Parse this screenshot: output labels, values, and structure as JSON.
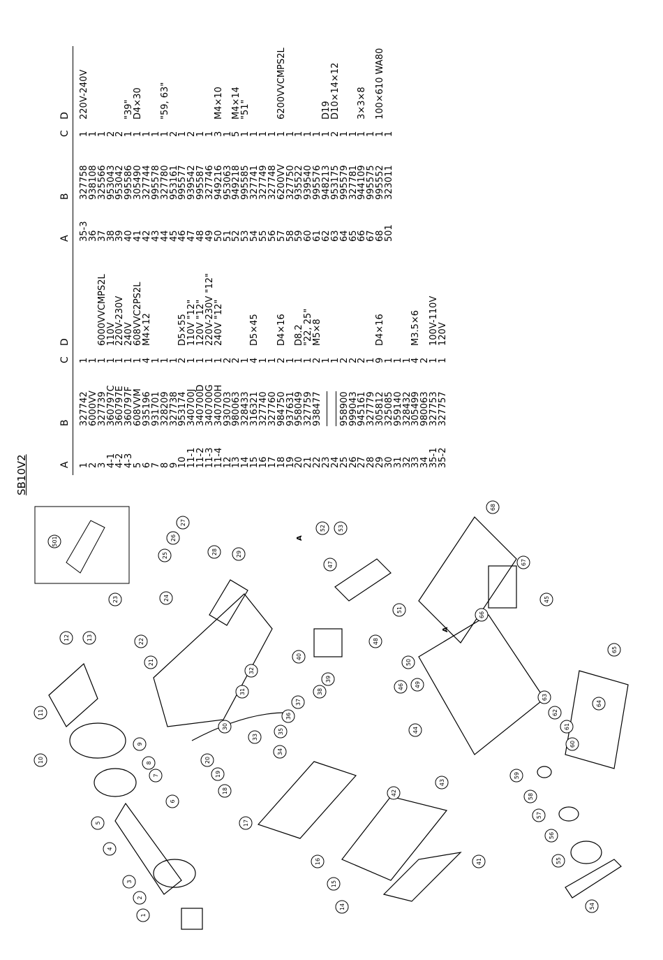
{
  "model": "SB10V2",
  "table": {
    "headers": [
      "A",
      "B",
      "C",
      "D"
    ],
    "left": [
      [
        "1",
        "327742",
        "1",
        ""
      ],
      [
        "2",
        "6000VV",
        "1",
        ""
      ],
      [
        "3",
        "327739",
        "1",
        "6000VVCMPS2L"
      ],
      [
        "4-1",
        "360797C",
        "1",
        "110V"
      ],
      [
        "4-2",
        "360797E",
        "1",
        "220V-230V"
      ],
      [
        "4-3",
        "360797F",
        "1",
        "240V"
      ],
      [
        "5",
        "608VVM",
        "1",
        "608VVC2PS2L"
      ],
      [
        "6",
        "935196",
        "4",
        "M4×12"
      ],
      [
        "7",
        "931701",
        "1",
        ""
      ],
      [
        "8",
        "328209",
        "1",
        ""
      ],
      [
        "9",
        "327738",
        "1",
        ""
      ],
      [
        "10",
        "953174",
        "2",
        "D5×55"
      ],
      [
        "11-1",
        "340700J",
        "1",
        "110V  \"12\""
      ],
      [
        "11-2",
        "340700D",
        "1",
        "120V  \"12\""
      ],
      [
        "11-3",
        "340700G",
        "1",
        "220V-230V  \"12\""
      ],
      [
        "11-4",
        "340700H",
        "1",
        "240V  \"12\""
      ],
      [
        "12",
        "930703",
        "2",
        ""
      ],
      [
        "13",
        "980063",
        "2",
        ""
      ],
      [
        "14",
        "328433",
        "1",
        ""
      ],
      [
        "15",
        "316321",
        "4",
        "D5×45"
      ],
      [
        "16",
        "327740",
        "1",
        ""
      ],
      [
        "17",
        "327760",
        "1",
        ""
      ],
      [
        "18",
        "984750",
        "2",
        "D4×16"
      ],
      [
        "19",
        "937631",
        "1",
        ""
      ],
      [
        "20",
        "958049",
        "1",
        "D8.2"
      ],
      [
        "21",
        "327759",
        "1",
        "\"22,  25\""
      ],
      [
        "22",
        "938477",
        "2",
        "M5×8"
      ],
      [
        "23",
        "",
        "1",
        ""
      ],
      [
        "24",
        "",
        "1",
        ""
      ],
      [
        "25",
        "958900",
        "2",
        ""
      ],
      [
        "26",
        "999043",
        "2",
        ""
      ],
      [
        "27",
        "945161",
        "2",
        ""
      ],
      [
        "28",
        "327779",
        "1",
        ""
      ],
      [
        "29",
        "305812",
        "9",
        "D4×16"
      ],
      [
        "30",
        "325085",
        "1",
        ""
      ],
      [
        "31",
        "959140",
        "1",
        ""
      ],
      [
        "32",
        "328432",
        "1",
        ""
      ],
      [
        "33",
        "305499",
        "4",
        "M3.5×6"
      ],
      [
        "34",
        "980063",
        "2",
        ""
      ],
      [
        "35-1",
        "327753",
        "1",
        "100V-110V"
      ],
      [
        "35-2",
        "327757",
        "1",
        "120V"
      ]
    ],
    "right": [
      [
        "35-3",
        "327758",
        "1",
        "220V-240V"
      ],
      [
        "36",
        "938108",
        "1",
        ""
      ],
      [
        "37",
        "325566",
        "1",
        ""
      ],
      [
        "38",
        "953043",
        "2",
        ""
      ],
      [
        "39",
        "953042",
        "2",
        ""
      ],
      [
        "40",
        "995586",
        "1",
        "\"39\""
      ],
      [
        "41",
        "305490",
        "1",
        "D4×30"
      ],
      [
        "42",
        "327744",
        "1",
        ""
      ],
      [
        "43",
        "995578",
        "1",
        ""
      ],
      [
        "44",
        "327780",
        "1",
        "\"59,  63\""
      ],
      [
        "45",
        "953161",
        "2",
        ""
      ],
      [
        "46",
        "995577",
        "1",
        ""
      ],
      [
        "47",
        "939542",
        "2",
        ""
      ],
      [
        "48",
        "995587",
        "1",
        ""
      ],
      [
        "49",
        "327746",
        "1",
        ""
      ],
      [
        "50",
        "949216",
        "3",
        "M4×10"
      ],
      [
        "51",
        "953063",
        "1",
        ""
      ],
      [
        "52",
        "949218",
        "5",
        "M4×14"
      ],
      [
        "53",
        "995585",
        "1",
        "\"51\""
      ],
      [
        "54",
        "327741",
        "1",
        ""
      ],
      [
        "55",
        "327749",
        "1",
        ""
      ],
      [
        "56",
        "327748",
        "1",
        ""
      ],
      [
        "57",
        "6200VV",
        "1",
        "6200VVCMPS2L"
      ],
      [
        "58",
        "327750",
        "1",
        ""
      ],
      [
        "59",
        "935522",
        "1",
        ""
      ],
      [
        "60",
        "939540",
        "1",
        ""
      ],
      [
        "61",
        "995576",
        "1",
        ""
      ],
      [
        "62",
        "948213",
        "1",
        "D19"
      ],
      [
        "63",
        "953175",
        "2",
        "D10×14×12"
      ],
      [
        "64",
        "995579",
        "1",
        ""
      ],
      [
        "65",
        "327781",
        "1",
        ""
      ],
      [
        "66",
        "944109",
        "1",
        "3×3×8"
      ],
      [
        "67",
        "995575",
        "1",
        ""
      ],
      [
        "68",
        "995552",
        "1",
        "100×610  WA80"
      ],
      [
        "501",
        "323011",
        "1",
        ""
      ]
    ]
  },
  "callouts": [
    "1",
    "2",
    "3",
    "4",
    "5",
    "6",
    "7",
    "8",
    "9",
    "10",
    "11",
    "12",
    "13",
    "14",
    "15",
    "16",
    "17",
    "18",
    "19",
    "20",
    "21",
    "22",
    "23",
    "24",
    "25",
    "26",
    "27",
    "28",
    "29",
    "30",
    "31",
    "32",
    "33",
    "34",
    "35",
    "36",
    "37",
    "38",
    "39",
    "40",
    "41",
    "42",
    "43",
    "44",
    "45",
    "46",
    "47",
    "48",
    "49",
    "50",
    "51",
    "52",
    "53",
    "54",
    "55",
    "56",
    "57",
    "58",
    "59",
    "60",
    "61",
    "62",
    "63",
    "64",
    "65",
    "66",
    "67",
    "68",
    "501",
    "A"
  ]
}
